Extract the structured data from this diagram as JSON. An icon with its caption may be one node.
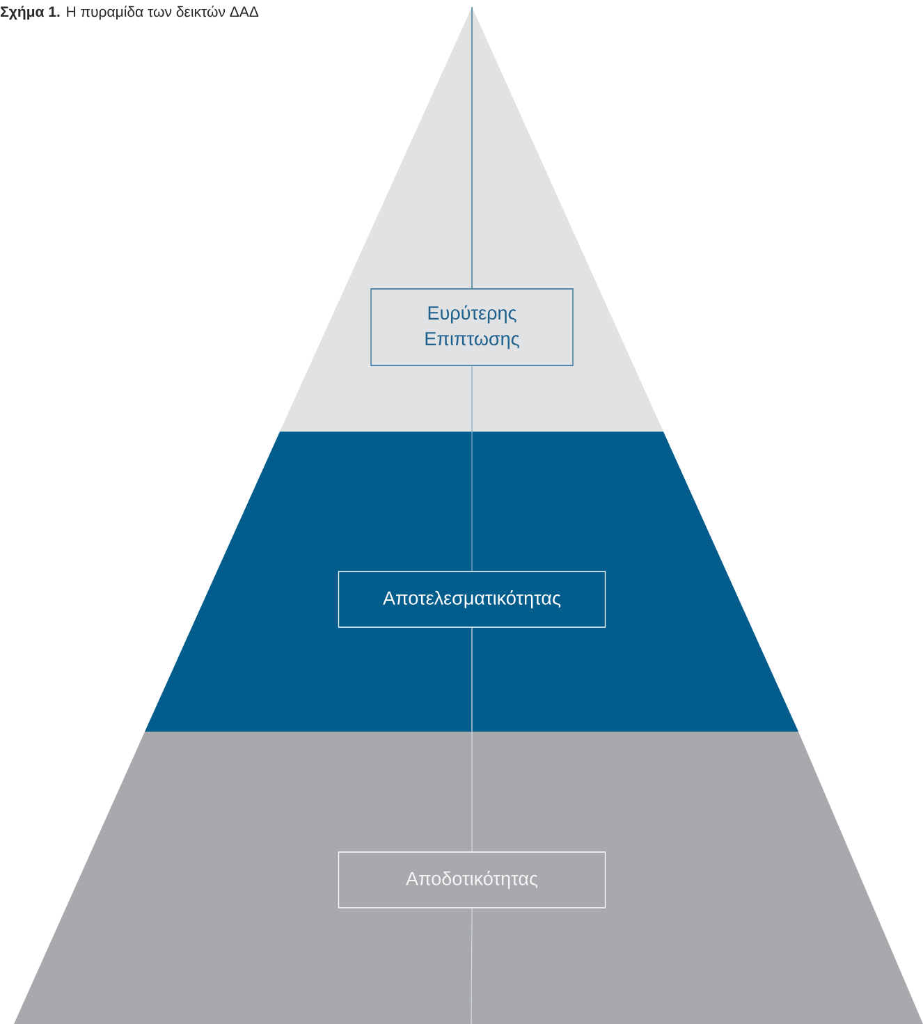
{
  "diagram": {
    "title": "**Σχήμα 1.** Η πυραμίδα των δεικτών ΔΑΔ",
    "nodes": [
      {
        "text": [
          "Ευρύτερης Επιπτωσης"
        ]
      },
      {
        "text": [
          "Αποτελεσματικότητας"
        ]
      },
      {
        "text": [
          "Αποδοτικότητας"
        ]
      }
    ],
    "edges": [
      {
        "from": null,
        "to": 0,
        "arrow": "none",
        "color": "#2a6b93"
      },
      {
        "from": 0,
        "to": 1,
        "arrow": "none",
        "color": "#8aabc4"
      },
      {
        "from": 1,
        "to": 2,
        "arrow": "none"
      },
      {
        "from": 2,
        "to": null,
        "arrow": "none"
      }
    ]
  }
}
